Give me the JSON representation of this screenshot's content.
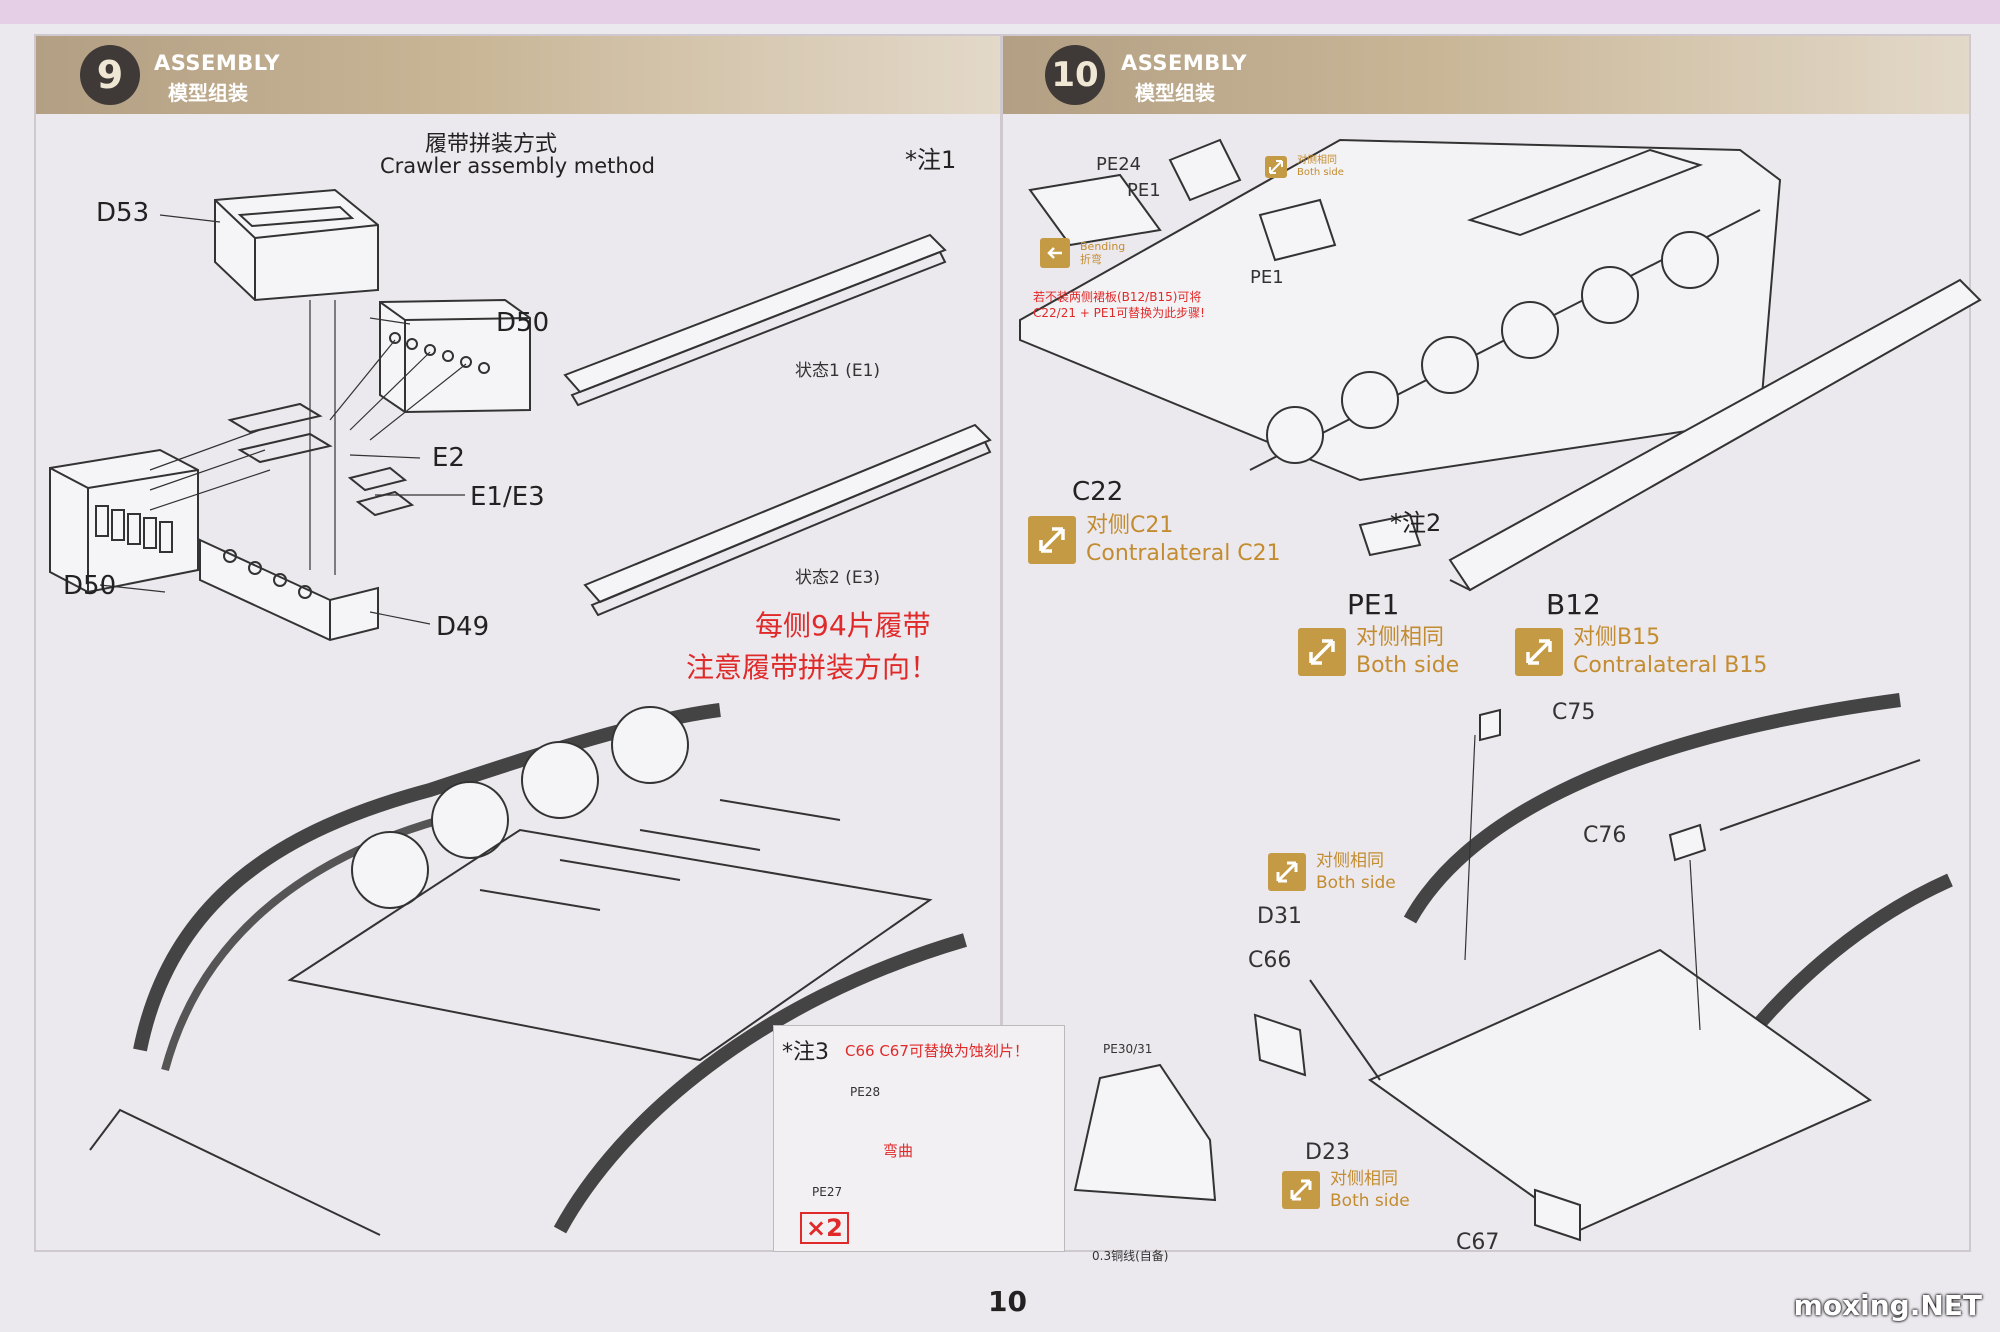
{
  "step9": {
    "number": "9",
    "title_en": "ASSEMBLY",
    "title_zh": "模型组装"
  },
  "step10": {
    "number": "10",
    "title_en": "ASSEMBLY",
    "title_zh": "模型组装"
  },
  "crawler": {
    "title_zh": "履带拼装方式",
    "title_en": "Crawler assembly method",
    "note": "*注1"
  },
  "step9_parts": {
    "d53": "D53",
    "d50_top": "D50",
    "e2": "E2",
    "e1e3": "E1/E3",
    "d50_bottom": "D50",
    "d49": "D49"
  },
  "track_states": {
    "state1": "状态1 (E1)",
    "state2": "状态2 (E3)"
  },
  "track_warning": {
    "line1": "每侧94片履带",
    "line2": "注意履带拼装方向！"
  },
  "note3": {
    "mark": "*注3",
    "text": "C66 C67可替换为蚀刻片！",
    "pe28": "PE28",
    "pe27": "PE27",
    "bend": "弯曲",
    "qty": "×2",
    "pe3031": "PE30/31",
    "wire": "0.3铜线(自备)"
  },
  "step10_parts": {
    "pe24": "PE24",
    "pe1_a": "PE1",
    "pe1_b": "PE1",
    "c22": "C22",
    "note2": "*注2",
    "pe1_c": "PE1",
    "b12": "B12",
    "c75": "C75",
    "c76": "C76",
    "d31": "D31",
    "c66": "C66",
    "d23": "D23",
    "c67": "C67"
  },
  "bending": {
    "en": "Bending",
    "zh": "折弯"
  },
  "both_side_small": {
    "zh": "对侧相同",
    "en": "Both side"
  },
  "pe_note": {
    "line1": "若不装两侧裙板(B12/B15)可将",
    "line2": "C22/21 + PE1可替换为此步骤!"
  },
  "badges": {
    "c21": {
      "zh": "对侧C21",
      "en": "Contralateral C21"
    },
    "pe1": {
      "zh": "对侧相同",
      "en": "Both side"
    },
    "b15": {
      "zh": "对侧B15",
      "en": "Contralateral B15"
    },
    "d31": {
      "zh": "对侧相同",
      "en": "Both side"
    },
    "d23": {
      "zh": "对侧相同",
      "en": "Both side"
    }
  },
  "page_number": "10",
  "watermark": "moxing.NET",
  "colors": {
    "header": "#c3b092",
    "badge": "#c49a44",
    "warning": "#e02a2a",
    "step_circle": "#3f3a37"
  }
}
